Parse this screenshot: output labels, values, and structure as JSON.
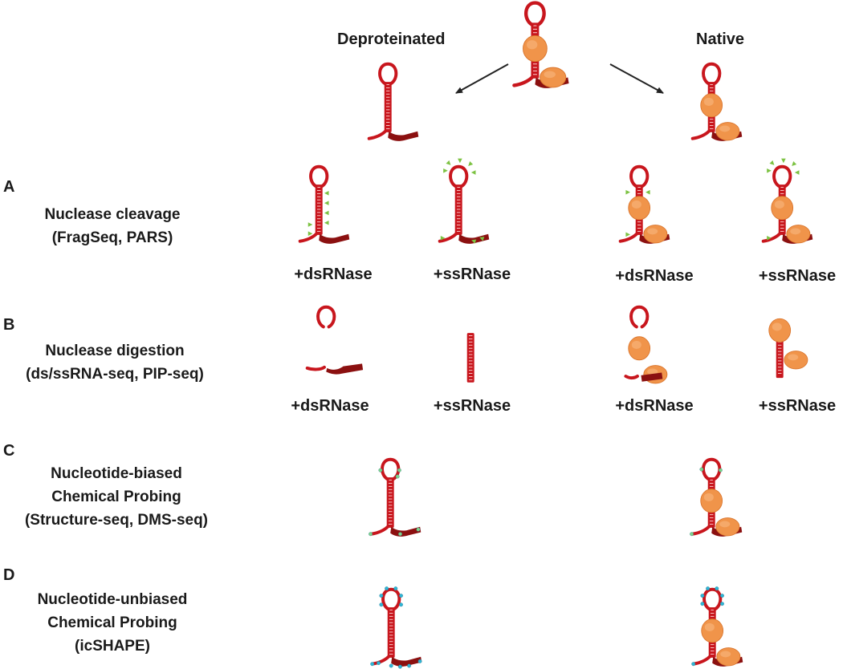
{
  "headers": {
    "deproteinated": "Deproteinated",
    "native": "Native"
  },
  "rows": [
    {
      "letter": "A",
      "method": [
        "Nuclease cleavage",
        "(FragSeq, PARS)"
      ],
      "labels": [
        "+dsRNase",
        "+ssRNase",
        "+dsRNase",
        "+ssRNase"
      ]
    },
    {
      "letter": "B",
      "method": [
        "Nuclease digestion",
        "(ds/ssRNA-seq, PIP-seq)"
      ],
      "labels": [
        "+dsRNase",
        "+ssRNase",
        "+dsRNase",
        "+ssRNase"
      ]
    },
    {
      "letter": "C",
      "method": [
        "Nucleotide-biased",
        "Chemical Probing",
        "(Structure-seq, DMS-seq)"
      ]
    },
    {
      "letter": "D",
      "method": [
        "Nucleotide-unbiased",
        "Chemical Probing",
        "(icSHAPE)"
      ]
    }
  ],
  "colors": {
    "rna": "#c8161d",
    "rna_dark": "#8b1010",
    "protein": "#f0944a",
    "protein_dark": "#d9732a",
    "cleavage_marker": "#7cc242",
    "biased_probe": "#7fd48a",
    "unbiased_probe": "#2fb6d6"
  }
}
